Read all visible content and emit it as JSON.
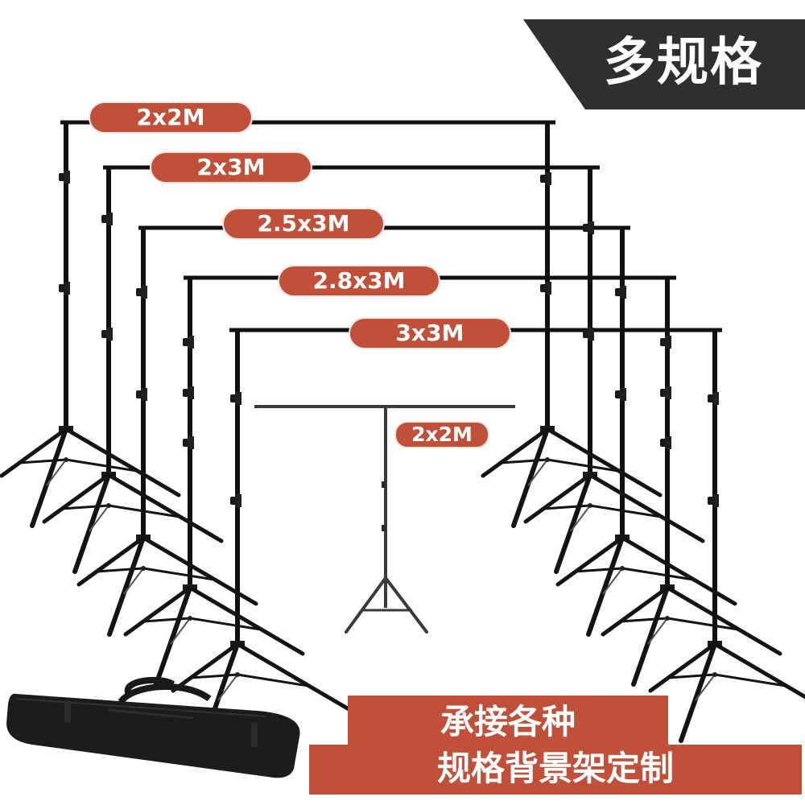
{
  "header": {
    "badge_text": "多规格",
    "badge_color": "#2f2f2f"
  },
  "sizes": [
    {
      "label": "2x2M",
      "type": "large-stand"
    },
    {
      "label": "2x3M",
      "type": "large-stand"
    },
    {
      "label": "2.5x3M",
      "type": "large-stand"
    },
    {
      "label": "2.8x3M",
      "type": "large-stand"
    },
    {
      "label": "3x3M",
      "type": "large-stand"
    },
    {
      "label": "2x2M",
      "type": "small-stand"
    }
  ],
  "callout": {
    "line1": "承接各种",
    "line2": "规格背景架定制",
    "color": "#c0503a"
  },
  "colors": {
    "accent": "#c0503a",
    "metal": "#151515",
    "background": "#ffffff",
    "bag": "#1c1c1c"
  },
  "illustration": {
    "items": [
      "backdrop-stand-set",
      "carry-bag"
    ]
  }
}
